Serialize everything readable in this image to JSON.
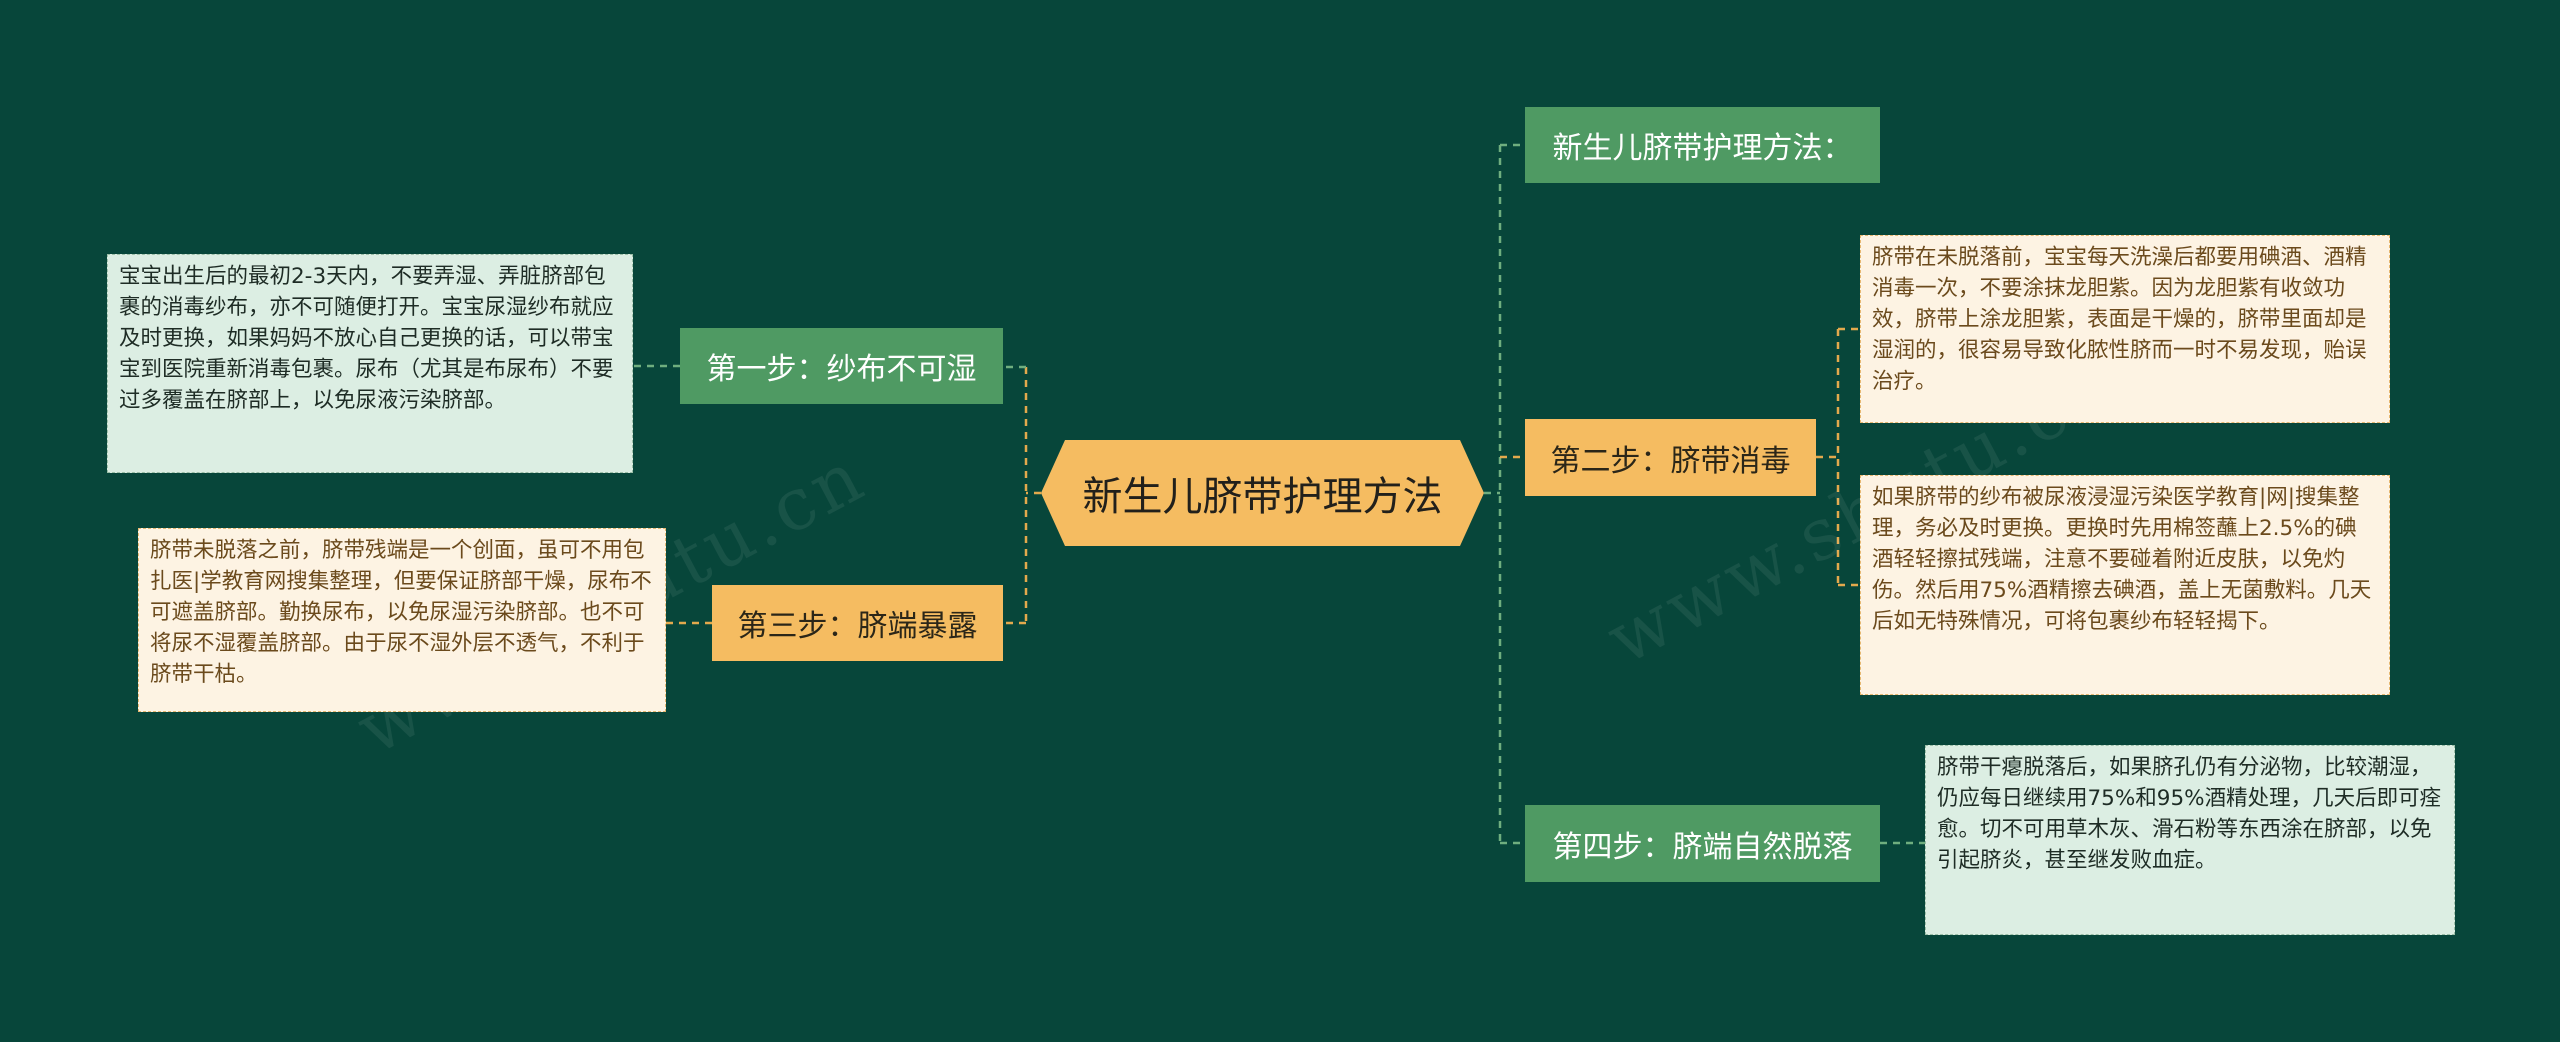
{
  "center": {
    "label": "新生儿脐带护理方法"
  },
  "branches": {
    "intro": {
      "label": "新生儿脐带护理方法："
    },
    "step1": {
      "label": "第一步：纱布不可湿",
      "detail": "宝宝出生后的最初2-3天内，不要弄湿、弄脏脐部包裹的消毒纱布，亦不可随便打开。宝宝尿湿纱布就应及时更换，如果妈妈不放心自己更换的话，可以带宝宝到医院重新消毒包裹。尿布（尤其是布尿布）不要过多覆盖在脐部上，以免尿液污染脐部。"
    },
    "step2": {
      "label": "第二步：脐带消毒",
      "details": [
        "脐带在未脱落前，宝宝每天洗澡后都要用碘酒、酒精消毒一次，不要涂抹龙胆紫。因为龙胆紫有收敛功效，脐带上涂龙胆紫，表面是干燥的，脐带里面却是湿润的，很容易导致化脓性脐而一时不易发现，贻误治疗。",
        "如果脐带的纱布被尿液浸湿污染医学教育|网|搜集整理，务必及时更换。更换时先用棉签蘸上2.5%的碘酒轻轻擦拭残端，注意不要碰着附近皮肤，以免灼伤。然后用75%酒精擦去碘酒，盖上无菌敷料。几天后如无特殊情况，可将包裹纱布轻轻揭下。"
      ]
    },
    "step3": {
      "label": "第三步：脐端暴露",
      "detail": "脐带未脱落之前，脐带残端是一个创面，虽可不用包扎医|学教育网搜集整理，但要保证脐部干燥，尿布不可遮盖脐部。勤换尿布，以免尿湿污染脐部。也不可将尿不湿覆盖脐部。由于尿不湿外层不透气，不利于脐带干枯。"
    },
    "step4": {
      "label": "第四步：脐端自然脱落",
      "detail": "脐带干瘪脱落后，如果脐孔仍有分泌物，比较潮湿，仍应每日继续用75%和95%酒精处理，几天后即可痊愈。切不可用草木灰、滑石粉等东西涂在脐部，以免引起脐炎，甚至继发败血症。"
    }
  },
  "watermark": "www.shutu.cn",
  "colors": {
    "background": "#07463a",
    "center_fill": "#f5bc61",
    "green_node": "#4f9a63",
    "orange_node": "#f5bc61",
    "green_leaf": "#dceee3",
    "orange_leaf": "#fdf3e3",
    "connector_green": "#6fae7f",
    "connector_orange": "#e3a94d"
  },
  "icons": {}
}
